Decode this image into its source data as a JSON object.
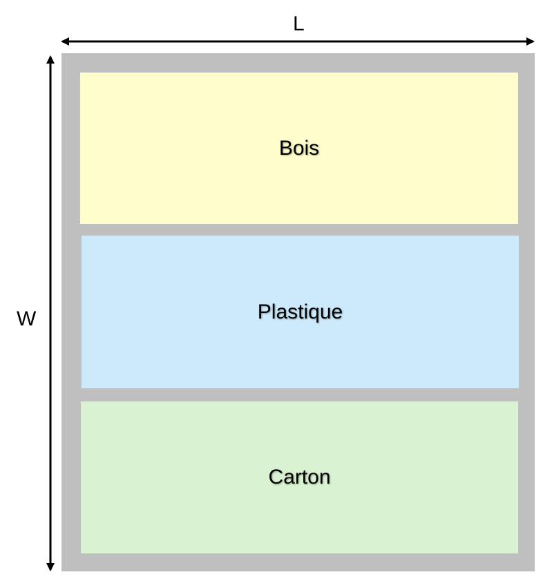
{
  "dimensions": {
    "length_label": "L",
    "width_label": "W"
  },
  "frame": {
    "color": "#bfbfbf"
  },
  "zones": [
    {
      "label": "Bois",
      "color": "#fefdcb"
    },
    {
      "label": "Plastique",
      "color": "#cceafc"
    },
    {
      "label": "Carton",
      "color": "#d9f2d1"
    }
  ],
  "arrow_color": "#000000"
}
